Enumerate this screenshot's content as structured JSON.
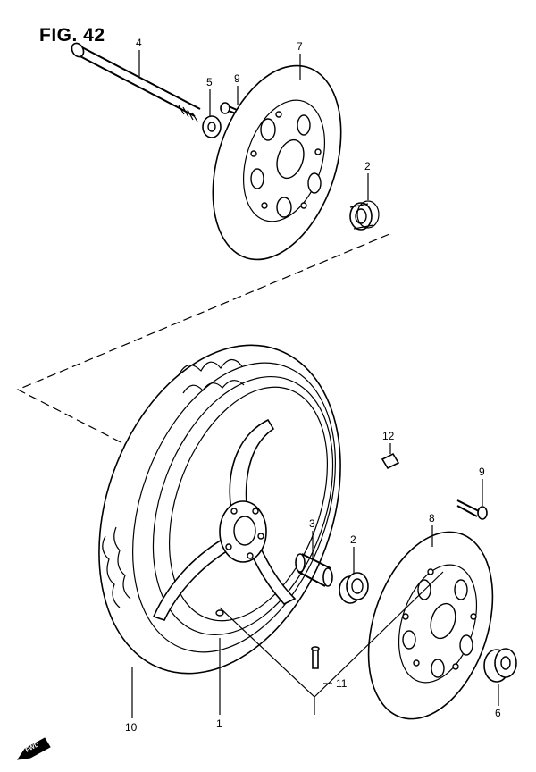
{
  "figure": {
    "title": "FIG. 42"
  },
  "callouts": [
    {
      "id": "c4",
      "label": "4"
    },
    {
      "id": "c5",
      "label": "5"
    },
    {
      "id": "c9a",
      "label": "9"
    },
    {
      "id": "c7",
      "label": "7"
    },
    {
      "id": "c2a",
      "label": "2"
    },
    {
      "id": "c12",
      "label": "12"
    },
    {
      "id": "c9b",
      "label": "9"
    },
    {
      "id": "c3",
      "label": "3"
    },
    {
      "id": "c2b",
      "label": "2"
    },
    {
      "id": "c8",
      "label": "8"
    },
    {
      "id": "c11",
      "label": "11"
    },
    {
      "id": "c6",
      "label": "6"
    },
    {
      "id": "c10",
      "label": "10"
    },
    {
      "id": "c1",
      "label": "1"
    }
  ],
  "fwd_badge": {
    "label": "FWD"
  }
}
